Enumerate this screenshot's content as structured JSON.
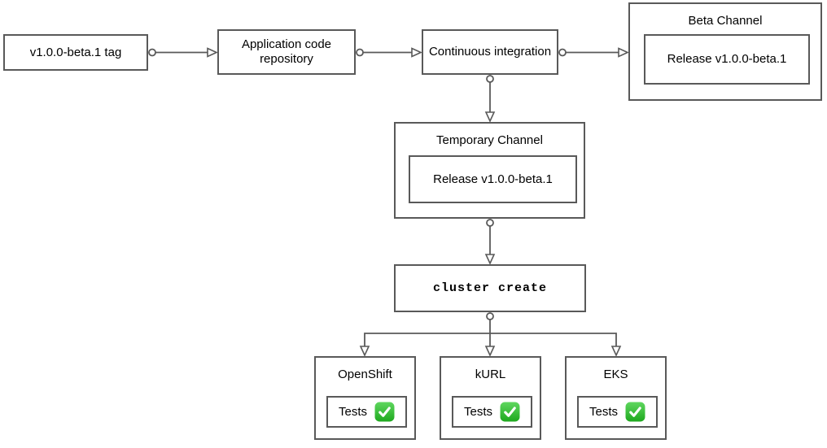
{
  "diagram": {
    "nodes": {
      "tag": {
        "label": "v1.0.0-beta.1 tag"
      },
      "repo": {
        "label": "Application code repository"
      },
      "ci": {
        "label": "Continuous integration"
      },
      "beta_channel": {
        "title": "Beta Channel",
        "release_label": "Release v1.0.0-beta.1"
      },
      "temporary_channel": {
        "title": "Temporary Channel",
        "release_label": "Release v1.0.0-beta.1"
      },
      "cluster_create": {
        "label": "cluster create"
      },
      "openshift": {
        "title": "OpenShift",
        "tests_label": "Tests",
        "status_icon": "green-check-icon"
      },
      "kurl": {
        "title": "kURL",
        "tests_label": "Tests",
        "status_icon": "green-check-icon"
      },
      "eks": {
        "title": "EKS",
        "tests_label": "Tests",
        "status_icon": "green-check-icon"
      }
    },
    "colors": {
      "border": "#595959",
      "text": "#000000",
      "background": "#ffffff",
      "check_green": "#2db52d",
      "check_green_light": "#5fd75f",
      "check_mark": "#ffffff"
    }
  }
}
